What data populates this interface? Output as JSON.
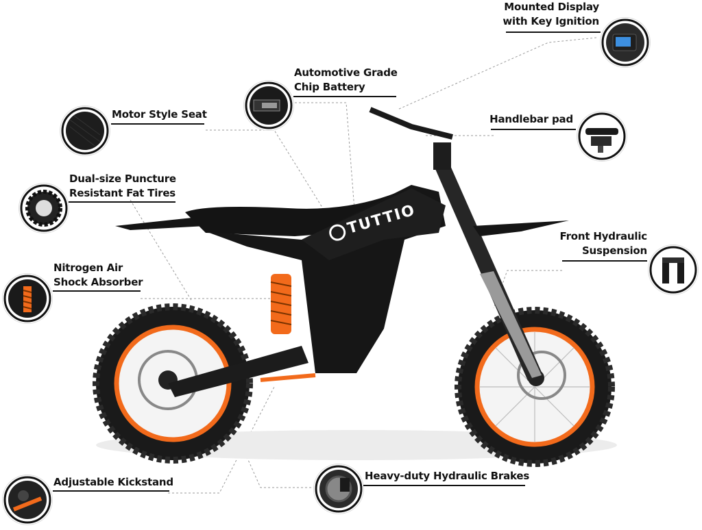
{
  "brand": {
    "name": "TUTTIO"
  },
  "colors": {
    "accent_orange": "#f26a1b",
    "frame_black": "#151515",
    "text": "#111111"
  },
  "features": [
    {
      "id": "display",
      "lines": [
        "Mounted Display",
        "with Key Ignition"
      ],
      "icon": "display-icon"
    },
    {
      "id": "battery",
      "lines": [
        "Automotive Grade",
        "Chip Battery"
      ],
      "icon": "battery-icon"
    },
    {
      "id": "seat",
      "lines": [
        "Motor Style Seat"
      ],
      "icon": "seat-icon"
    },
    {
      "id": "handlebar",
      "lines": [
        "Handlebar pad"
      ],
      "icon": "handlebar-pad-icon"
    },
    {
      "id": "tires",
      "lines": [
        "Dual-size Puncture",
        "Resistant Fat Tires"
      ],
      "icon": "tire-icon"
    },
    {
      "id": "suspension",
      "lines": [
        "Front Hydraulic",
        "Suspension"
      ],
      "icon": "fork-icon"
    },
    {
      "id": "shock",
      "lines": [
        "Nitrogen Air",
        "Shock Absorber"
      ],
      "icon": "shock-absorber-icon"
    },
    {
      "id": "kickstand",
      "lines": [
        "Adjustable Kickstand"
      ],
      "icon": "kickstand-icon"
    },
    {
      "id": "brakes",
      "lines": [
        "Heavy-duty Hydraulic Brakes"
      ],
      "icon": "brake-icon"
    }
  ]
}
